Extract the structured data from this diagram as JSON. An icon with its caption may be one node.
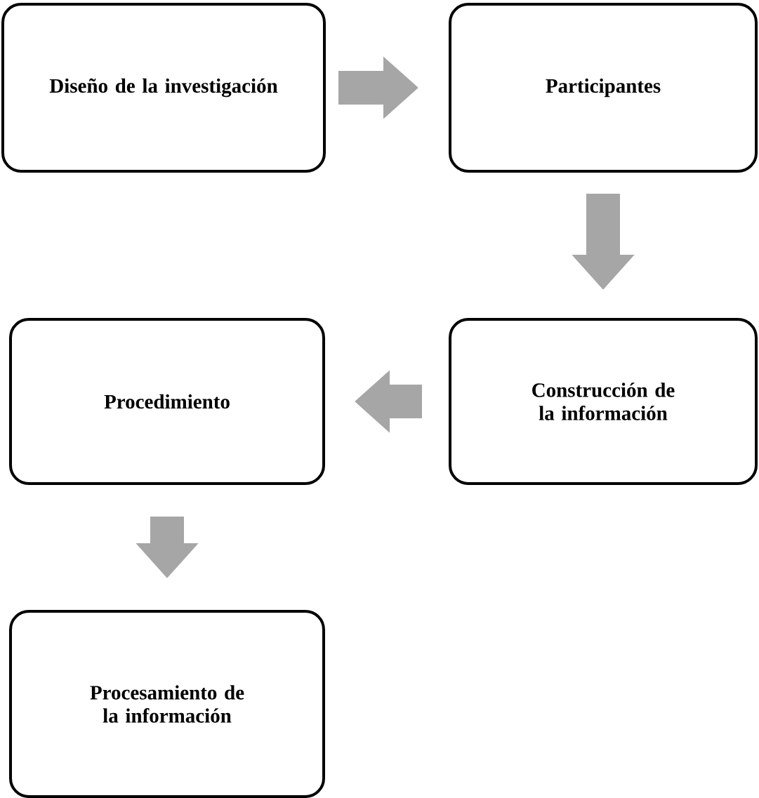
{
  "diagram": {
    "nodes": [
      {
        "text": [
          "Diseño de la investigación"
        ]
      },
      {
        "text": [
          "Participantes"
        ]
      },
      {
        "text": [
          "Construcción de la información"
        ]
      },
      {
        "text": [
          "Procedimiento"
        ]
      },
      {
        "text": [
          "Procesamiento de la información"
        ]
      }
    ],
    "edges": [
      {
        "from": 0,
        "to": 1,
        "arrow": "to"
      },
      {
        "from": 1,
        "to": 2,
        "arrow": "to"
      },
      {
        "from": 2,
        "to": 3,
        "arrow": "to"
      },
      {
        "from": 3,
        "to": 4,
        "arrow": "to"
      }
    ]
  }
}
